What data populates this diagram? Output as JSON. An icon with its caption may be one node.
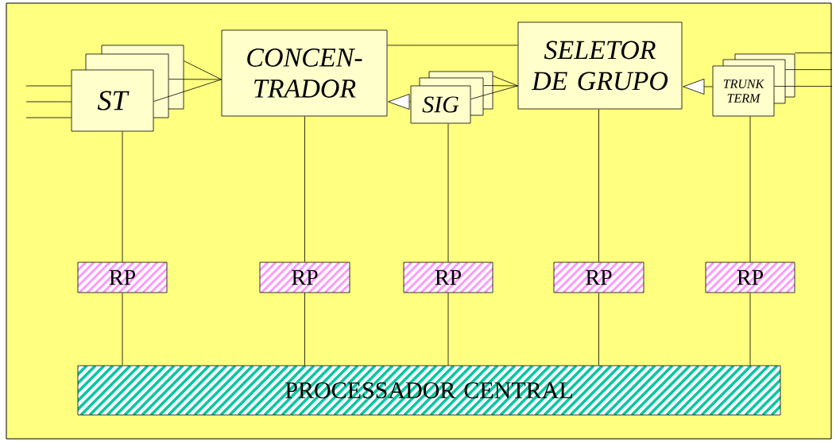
{
  "diagram": {
    "nodes": [
      {
        "text": [
          "ST"
        ]
      },
      {
        "text": [
          "CONCEN- TRADOR"
        ]
      },
      {
        "text": [
          "SIG"
        ]
      },
      {
        "text": [
          "SELETOR DE GRUPO"
        ]
      },
      {
        "text": [
          "TRUNK TERM"
        ]
      },
      {
        "text": [
          "RP"
        ]
      },
      {
        "text": [
          "RP"
        ]
      },
      {
        "text": [
          "RP"
        ]
      },
      {
        "text": [
          "RP"
        ]
      },
      {
        "text": [
          "RP"
        ]
      },
      {
        "text": [
          "PROCESSADOR CENTRAL"
        ]
      }
    ],
    "edges": [
      {
        "from": null,
        "to": 0,
        "arrow": "none"
      },
      {
        "from": null,
        "to": 0,
        "arrow": "none"
      },
      {
        "from": null,
        "to": 0,
        "arrow": "none"
      },
      {
        "from": 0,
        "to": 1,
        "arrow": "none"
      },
      {
        "from": 1,
        "to": 3,
        "arrow": "none"
      },
      {
        "from": 2,
        "to": 1,
        "arrow": "to"
      },
      {
        "from": 2,
        "to": 3,
        "arrow": "none"
      },
      {
        "from": 4,
        "to": 3,
        "arrow": "to"
      },
      {
        "from": 4,
        "to": null,
        "arrow": "none"
      },
      {
        "from": 4,
        "to": null,
        "arrow": "none"
      },
      {
        "from": 4,
        "to": null,
        "arrow": "none"
      },
      {
        "from": 0,
        "to": 5,
        "arrow": "none"
      },
      {
        "from": 1,
        "to": 6,
        "arrow": "none"
      },
      {
        "from": 2,
        "to": 7,
        "arrow": "none"
      },
      {
        "from": 3,
        "to": 8,
        "arrow": "none"
      },
      {
        "from": 4,
        "to": 9,
        "arrow": "none"
      },
      {
        "from": 5,
        "to": 10,
        "arrow": "none"
      },
      {
        "from": 6,
        "to": 10,
        "arrow": "none"
      },
      {
        "from": 7,
        "to": 10,
        "arrow": "none"
      },
      {
        "from": 8,
        "to": 10,
        "arrow": "none"
      },
      {
        "from": 9,
        "to": 10,
        "arrow": "none"
      }
    ]
  }
}
